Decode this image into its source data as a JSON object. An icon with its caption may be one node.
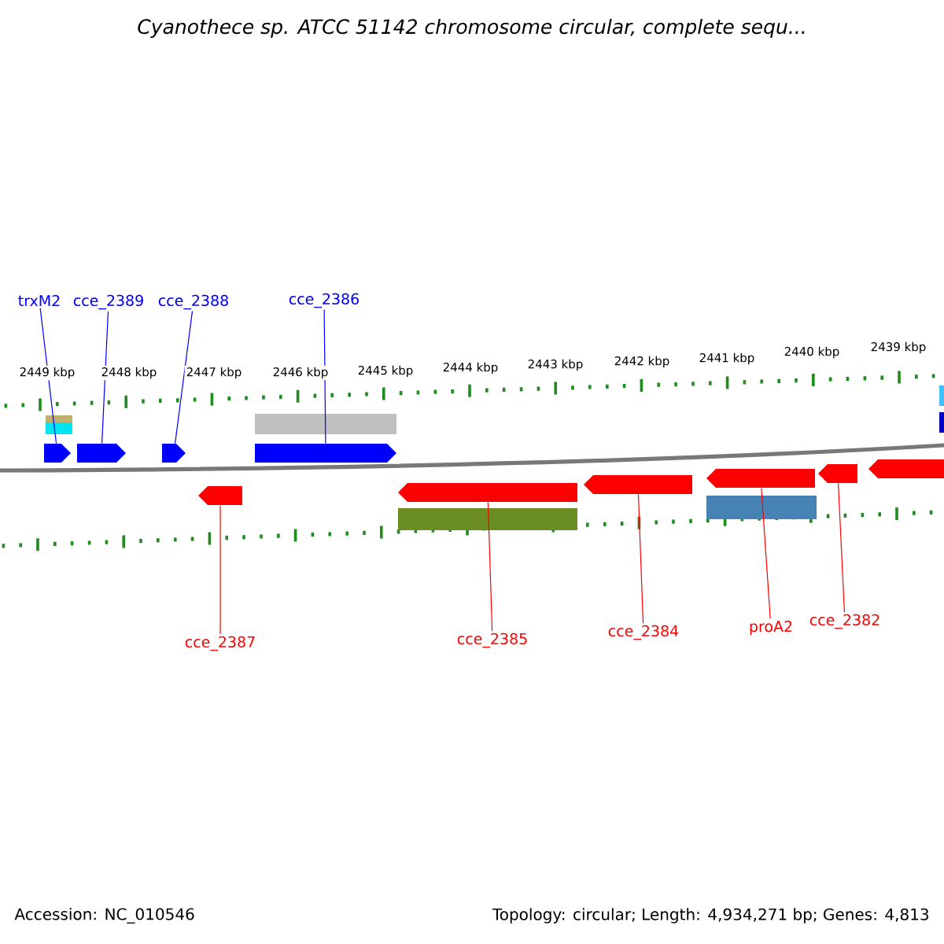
{
  "diagram": {
    "title": "Cyanothece sp. ATCC 51142 chromosome circular, complete sequ...",
    "nodes": [
      {
        "text": [
          "trxM2"
        ]
      },
      {
        "text": [
          "cce_2389"
        ]
      },
      {
        "text": [
          "cce_2388"
        ]
      },
      {
        "text": [
          "cce_2386"
        ]
      },
      {
        "text": [
          "cce_2387"
        ]
      },
      {
        "text": [
          "cce_2385"
        ]
      },
      {
        "text": [
          "cce_2384"
        ]
      },
      {
        "text": [
          "proA2"
        ]
      },
      {
        "text": [
          "cce_2382"
        ]
      },
      {
        "text": [],
        "shape": "arrow"
      },
      {
        "text": [],
        "shape": "arrow"
      },
      {
        "text": [],
        "shape": "arrow"
      },
      {
        "text": [],
        "shape": "arrow"
      },
      {
        "text": [],
        "shape": "arrow"
      },
      {
        "text": [],
        "shape": "arrow"
      },
      {
        "text": [],
        "shape": "arrow"
      },
      {
        "text": [],
        "shape": "arrow"
      },
      {
        "text": [],
        "shape": "arrow"
      },
      {
        "text": [],
        "shape": "arrow"
      }
    ],
    "edges": [
      {
        "from": 0,
        "to": 9,
        "arrow": "none",
        "color": "#0000ff"
      },
      {
        "from": 1,
        "to": 10,
        "arrow": "none",
        "color": "#0000ff"
      },
      {
        "from": 2,
        "to": 11,
        "arrow": "none",
        "color": "#0000ff"
      },
      {
        "from": 3,
        "to": 12,
        "arrow": "none",
        "color": "#0000ff"
      },
      {
        "from": 4,
        "to": 13,
        "arrow": "none",
        "color": "#ff0000"
      },
      {
        "from": 5,
        "to": 14,
        "arrow": "none",
        "color": "#ff0000"
      },
      {
        "from": 6,
        "to": 15,
        "arrow": "none",
        "color": "#ff0000"
      },
      {
        "from": 7,
        "to": 16,
        "arrow": "none",
        "color": "#ff0000"
      },
      {
        "from": 8,
        "to": 17,
        "arrow": "none",
        "color": "#ff0000"
      }
    ],
    "labels": [
      "2449 kbp",
      "2448 kbp",
      "2447 kbp",
      "2446 kbp",
      "2445 kbp",
      "2444 kbp",
      "2443 kbp",
      "2442 kbp",
      "2441 kbp",
      "2440 kbp",
      "2439 kbp",
      "Accession: NC_010546",
      "Topology: circular; Length: 4,934,271 bp; Genes: 4,813"
    ]
  }
}
